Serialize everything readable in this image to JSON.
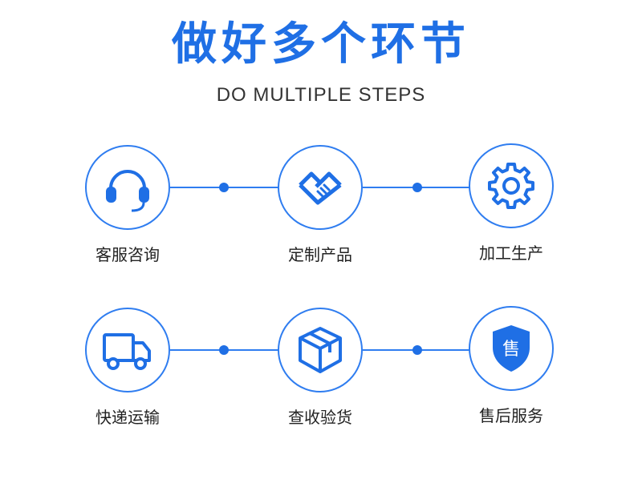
{
  "title": "做好多个环节",
  "subtitle": "DO MULTIPLE STEPS",
  "colors": {
    "accent": "#1f6fe5",
    "line": "#2f7df0",
    "text": "#222222"
  },
  "rows": [
    {
      "steps": [
        {
          "label": "客服咨询",
          "icon": "headset-icon"
        },
        {
          "label": "定制产品",
          "icon": "handshake-icon"
        },
        {
          "label": "加工生产",
          "icon": "gear-icon"
        }
      ]
    },
    {
      "steps": [
        {
          "label": "快递运输",
          "icon": "truck-icon"
        },
        {
          "label": "查收验货",
          "icon": "box-icon"
        },
        {
          "label": "售后服务",
          "icon": "shield-icon",
          "icon_text": "售"
        }
      ]
    }
  ]
}
